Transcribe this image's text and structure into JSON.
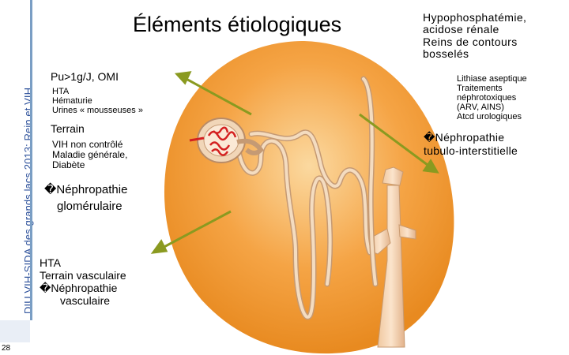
{
  "slide": {
    "title": "Éléments étiologiques",
    "sidebar_text": "DIU VIH-SIDA des grands lacs 2013: Rein et VIH",
    "page_number": "28"
  },
  "left_block": {
    "line1": "Pu>1g/J, OMI",
    "sub1": [
      "HTA",
      "Hématurie",
      "Urines « mousseuses »"
    ],
    "line2": "Terrain",
    "sub2": [
      "VIH non contrôlé",
      "Maladie générale,",
      "Diabète"
    ],
    "conclusion_line1": "�Néphropathie",
    "conclusion_line2": "glomérulaire"
  },
  "bottom_block": {
    "lines": [
      "HTA",
      "Terrain vasculaire",
      "�Néphropathie",
      "vasculaire"
    ]
  },
  "right_block": {
    "lines": [
      "Hypophosphatémie,",
      "acidose rénale",
      "Reins de contours",
      "bosselés"
    ],
    "sub": [
      "Lithiase aseptique",
      "Traitements",
      "néphrotoxiques",
      "(ARV, AINS)",
      "Atcd urologiques"
    ],
    "conclusion_line1": "�Néphropathie",
    "conclusion_line2": "tubulo-interstitielle"
  },
  "colors": {
    "sidebar_text": "#2b4f9a",
    "kidney_fill": "#f5a445",
    "arrow": "#8a9a20",
    "nephron": "#f1d6b8",
    "capillary": "#d42020"
  },
  "icons": [
    "kidney-illustration",
    "nephron-illustration",
    "glomerulus-icon",
    "arrow-icon"
  ]
}
